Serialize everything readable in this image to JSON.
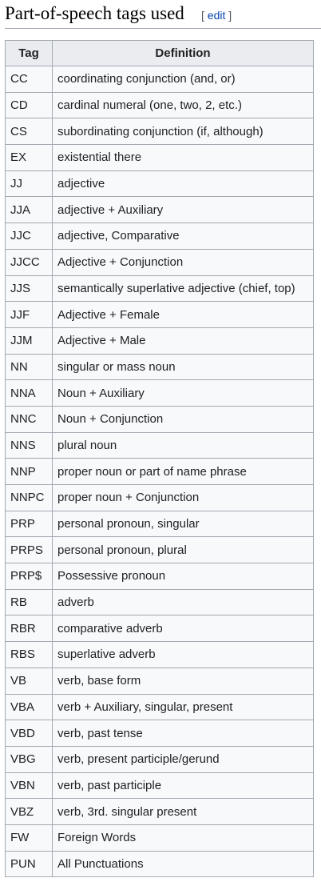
{
  "section": {
    "title": "Part-of-speech tags used",
    "edit_label": "edit"
  },
  "table": {
    "headers": {
      "tag": "Tag",
      "definition": "Definition"
    },
    "rows": [
      {
        "tag": "CC",
        "definition": "coordinating conjunction (and, or)"
      },
      {
        "tag": "CD",
        "definition": "cardinal numeral (one, two, 2, etc.)"
      },
      {
        "tag": "CS",
        "definition": "subordinating conjunction (if, although)"
      },
      {
        "tag": "EX",
        "definition": "existential there"
      },
      {
        "tag": "JJ",
        "definition": "adjective"
      },
      {
        "tag": "JJA",
        "definition": "adjective + Auxiliary"
      },
      {
        "tag": "JJC",
        "definition": "adjective, Comparative"
      },
      {
        "tag": "JJCC",
        "definition": "Adjective + Conjunction"
      },
      {
        "tag": "JJS",
        "definition": "semantically superlative adjective (chief, top)"
      },
      {
        "tag": "JJF",
        "definition": "Adjective + Female"
      },
      {
        "tag": "JJM",
        "definition": "Adjective + Male"
      },
      {
        "tag": "NN",
        "definition": "singular or mass noun"
      },
      {
        "tag": "NNA",
        "definition": "Noun + Auxiliary"
      },
      {
        "tag": "NNC",
        "definition": "Noun + Conjunction"
      },
      {
        "tag": "NNS",
        "definition": "plural noun"
      },
      {
        "tag": "NNP",
        "definition": "proper noun or part of name phrase"
      },
      {
        "tag": "NNPC",
        "definition": "proper noun + Conjunction"
      },
      {
        "tag": "PRP",
        "definition": "personal pronoun, singular"
      },
      {
        "tag": "PRPS",
        "definition": "personal pronoun, plural"
      },
      {
        "tag": "PRP$",
        "definition": "Possessive pronoun"
      },
      {
        "tag": "RB",
        "definition": "adverb"
      },
      {
        "tag": "RBR",
        "definition": "comparative adverb"
      },
      {
        "tag": "RBS",
        "definition": "superlative adverb"
      },
      {
        "tag": "VB",
        "definition": "verb, base form"
      },
      {
        "tag": "VBA",
        "definition": "verb + Auxiliary, singular, present"
      },
      {
        "tag": "VBD",
        "definition": "verb, past tense"
      },
      {
        "tag": "VBG",
        "definition": "verb, present participle/gerund"
      },
      {
        "tag": "VBN",
        "definition": "verb, past participle"
      },
      {
        "tag": "VBZ",
        "definition": "verb, 3rd. singular present"
      },
      {
        "tag": "FW",
        "definition": "Foreign Words"
      },
      {
        "tag": "PUN",
        "definition": "All Punctuations"
      }
    ]
  },
  "colors": {
    "link": "#0645ad",
    "border": "#a2a9b1",
    "header_bg": "#eaecf0",
    "cell_bg": "#f8f9fa"
  }
}
